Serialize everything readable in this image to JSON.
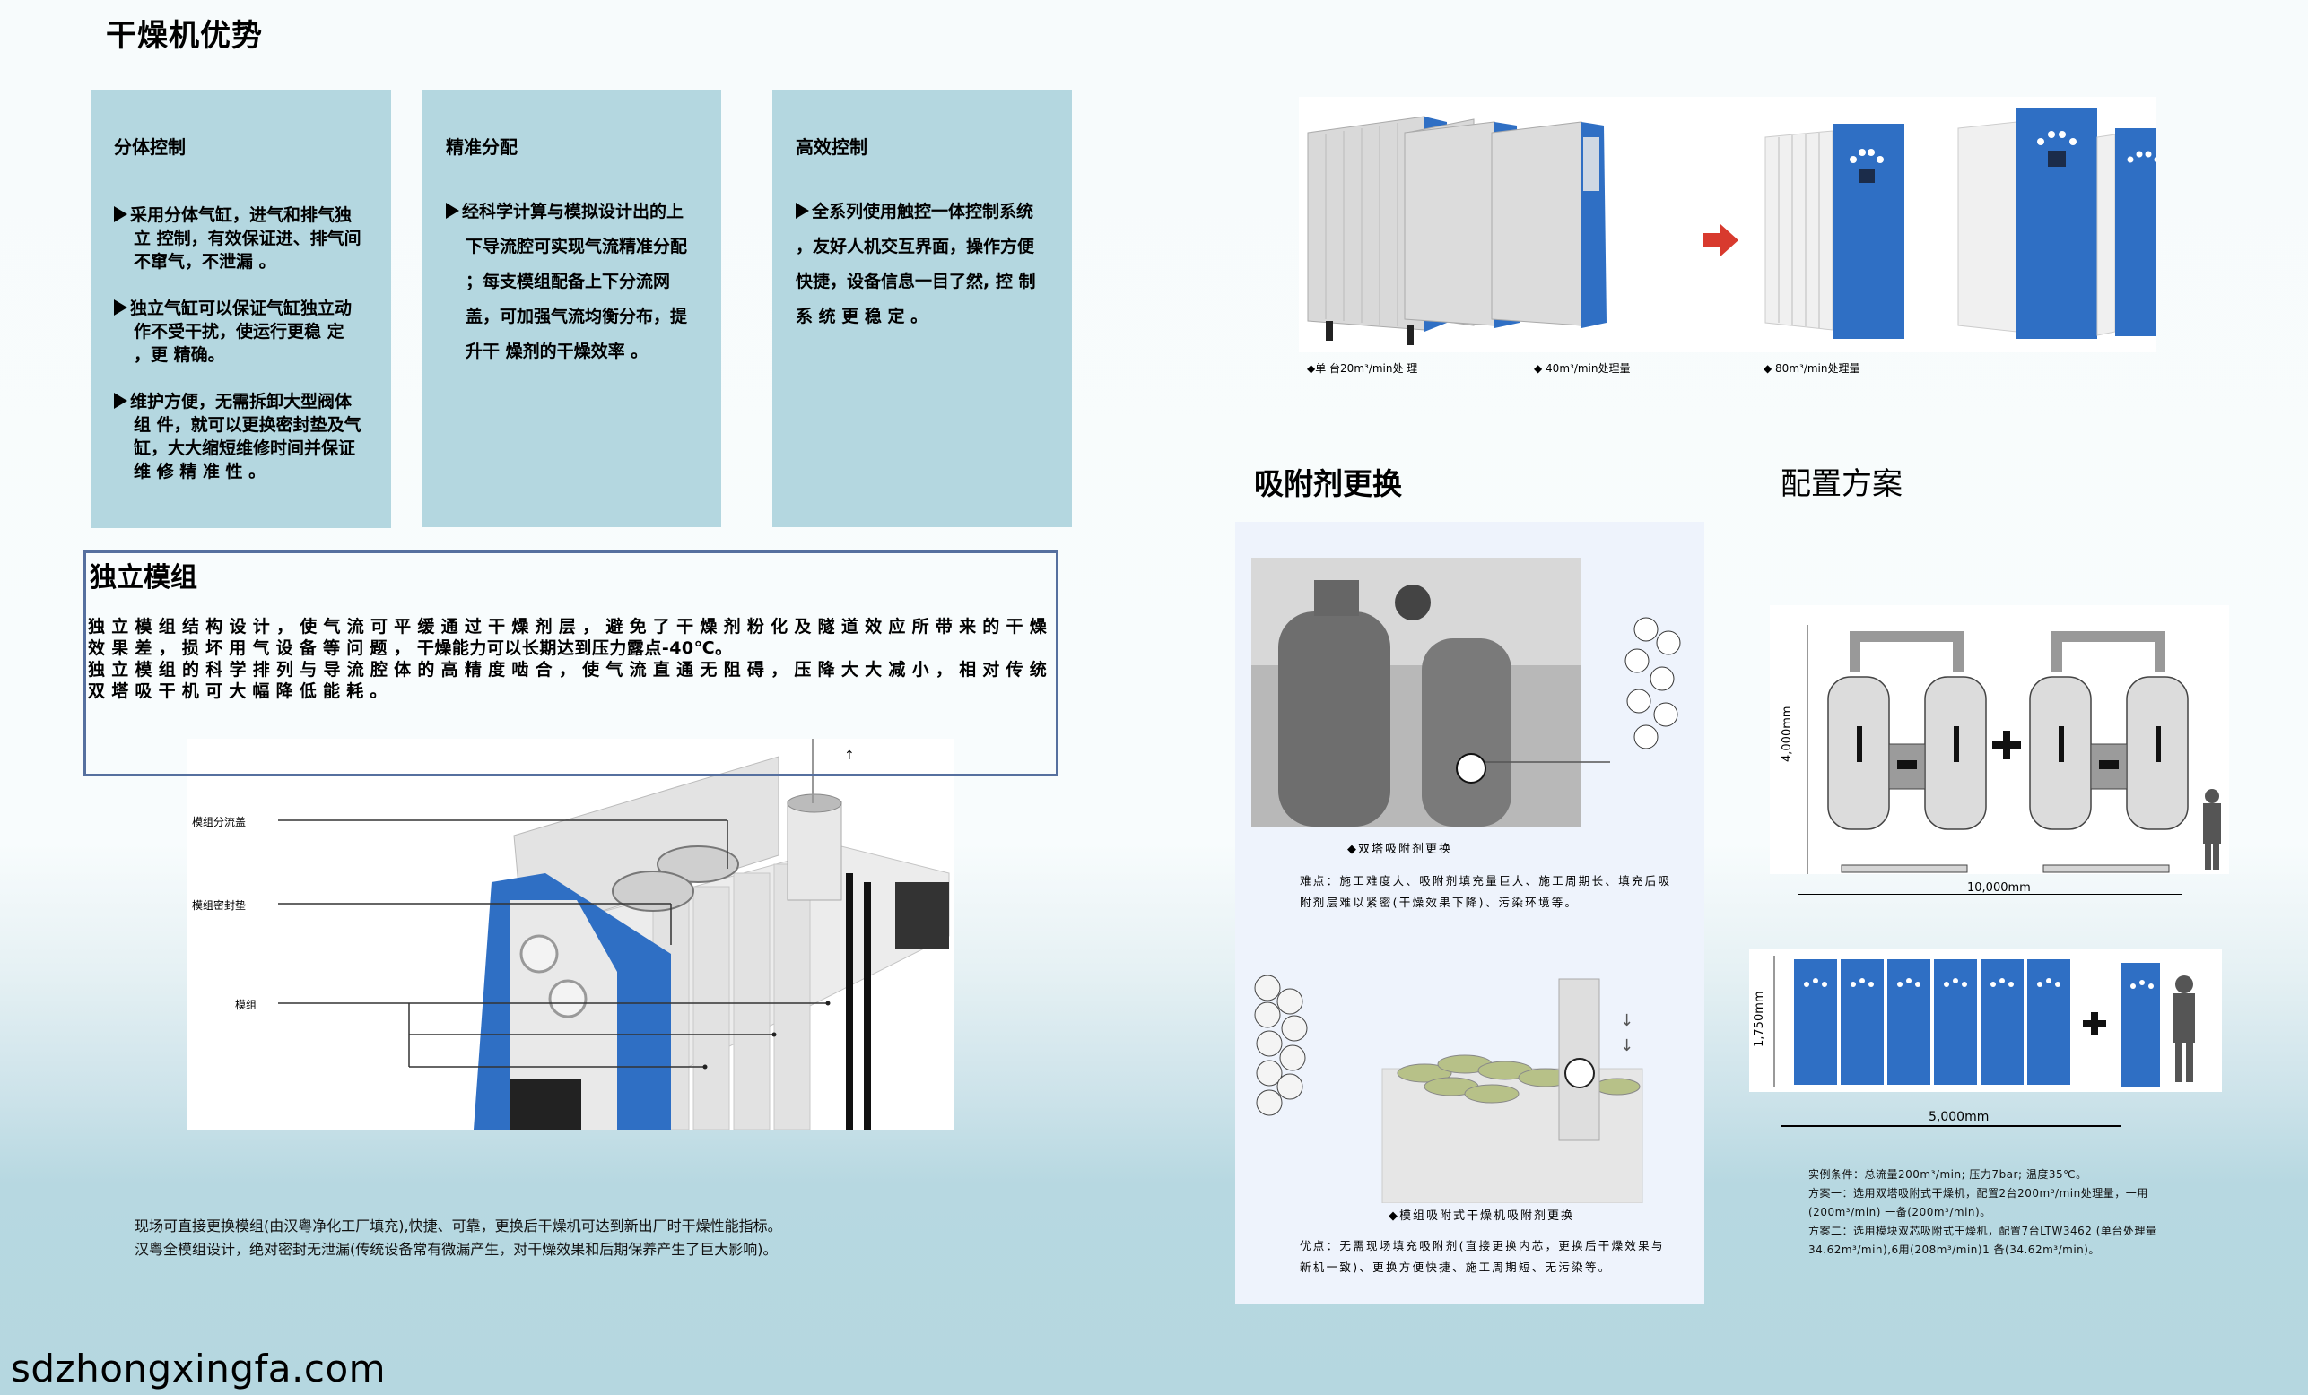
{
  "header": {
    "title": "干燥机优势"
  },
  "cards": [
    {
      "title": "分体控制",
      "bullets": [
        {
          "lines": [
            "采用分体气缸，进气和排气独",
            "立 控制，有效保证进、排气间",
            "不窜气，不泄漏 。"
          ]
        },
        {
          "lines": [
            "独立气缸可以保证气缸独立动",
            "作不受干扰，使运行更稳 定",
            "，更 精确。"
          ]
        },
        {
          "lines": [
            "维护方便，无需拆卸大型阀体",
            "组 件，就可以更换密封垫及气",
            "缸，大大缩短维修时间并保证",
            "维 修 精 准 性 。"
          ]
        }
      ]
    },
    {
      "title": "精准分配",
      "bullets": [
        {
          "lines": [
            "经科学计算与模拟设计出的上",
            "下导流腔可实现气流精准分配",
            "；每支模组配备上下分流网",
            "盖，可加强气流均衡分布，提",
            "升干 燥剂的干燥效率 。"
          ]
        }
      ]
    },
    {
      "title": "高效控制",
      "bullets": [
        {
          "lines": [
            "全系列使用触控一体控制系统",
            "，友好人机交互界面，操作方便",
            "快捷，设备信息一目了然, 控 制",
            "系 统 更 稳 定 。"
          ]
        }
      ]
    }
  ],
  "module": {
    "title": "独立模组",
    "para1_a": "独立模组结构设计，使气流可平缓通过干燥剂层，避免了干燥剂粉化及隧道效应所带来的干燥效果差，损坏用气设备等问题，",
    "para1_b": "干燥能力可以长期达到压力露点-40℃。",
    "para2": "独立模组的科学排列与导流腔体的高精度啮合，使气流直通无阻碍，压降大大减小，相对传统双塔吸干机可大幅降低能耗。",
    "callouts": [
      "模组分流盖",
      "模组密封垫",
      "模组"
    ],
    "notes": [
      "现场可直接更换模组(由汉粤净化工厂填充),快捷、可靠，更换后干燥机可达到新出厂时干燥性能指标。",
      "汉粤全模组设计，绝对密封无泄漏(传统设备常有微漏产生，对干燥效果和后期保养产生了巨大影响)。"
    ]
  },
  "watermark": "sdzhongxingfa.com",
  "products": {
    "captions": [
      "◆单 台20m³/min处 理",
      "◆  40m³/min处理量",
      "◆  80m³/min处理量"
    ]
  },
  "adsorbent": {
    "title": "吸附剂更换",
    "caption1": "◆双塔吸附剂更换",
    "desc1": [
      "难点：施工难度大、吸附剂填充量巨大、施工周期长、填充后吸",
      "附剂层难以紧密(干燥效果下降)、污染环境等。"
    ],
    "caption2": "◆模组吸附式干燥机吸附剂更换",
    "desc2": [
      "优点：无需现场填充吸附剂(直接更换内芯，更换后干燥效果与",
      "新机一致)、更换方便快捷、施工周期短、无污染等。"
    ]
  },
  "config": {
    "title": "配置方案",
    "height1": "4,000mm",
    "width1": "10,000mm",
    "height2": "1,750mm",
    "width2": "5,000mm",
    "notes": [
      "实例条件：总流量200m³/min; 压力7bar; 温度35℃。",
      "方案一：选用双塔吸附式干燥机，配置2台200m³/min处理量，一用",
      " (200m³/min)  一备(200m³/min)。",
      "方案二：选用模块双芯吸附式干燥机，配置7台LTW3462 (单台处理量",
      "34.62m³/min),6用(208m³/min)1 备(34.62m³/min)。"
    ]
  },
  "colors": {
    "card_bg": "#b4d7e0",
    "frame_border": "#56709f",
    "machine_blue": "#2f6fc4",
    "arrow_red": "#d83a2e",
    "panel_bg": "#eef3fc"
  }
}
